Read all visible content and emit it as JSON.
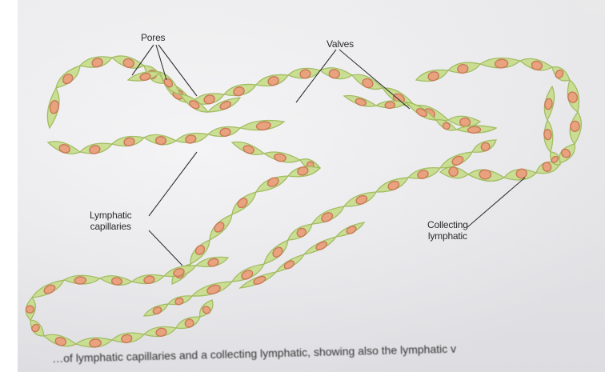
{
  "labels": {
    "pores": "Pores",
    "valves": "Valves",
    "lymphatic_capillaries_line1": "Lymphatic",
    "lymphatic_capillaries_line2": "capillaries",
    "collecting_lymphatic_line1": "Collecting",
    "collecting_lymphatic_line2": "lymphatic"
  },
  "caption": {
    "text": "…of lymphatic capillaries and a collecting lymphatic, showing also the lymphatic v"
  },
  "colors": {
    "cell_fill": "#c9de8f",
    "cell_edge": "#9fba5c",
    "nucleus_fill": "#e8a27e",
    "nucleus_edge": "#c9795a",
    "leader_line": "#333333"
  }
}
